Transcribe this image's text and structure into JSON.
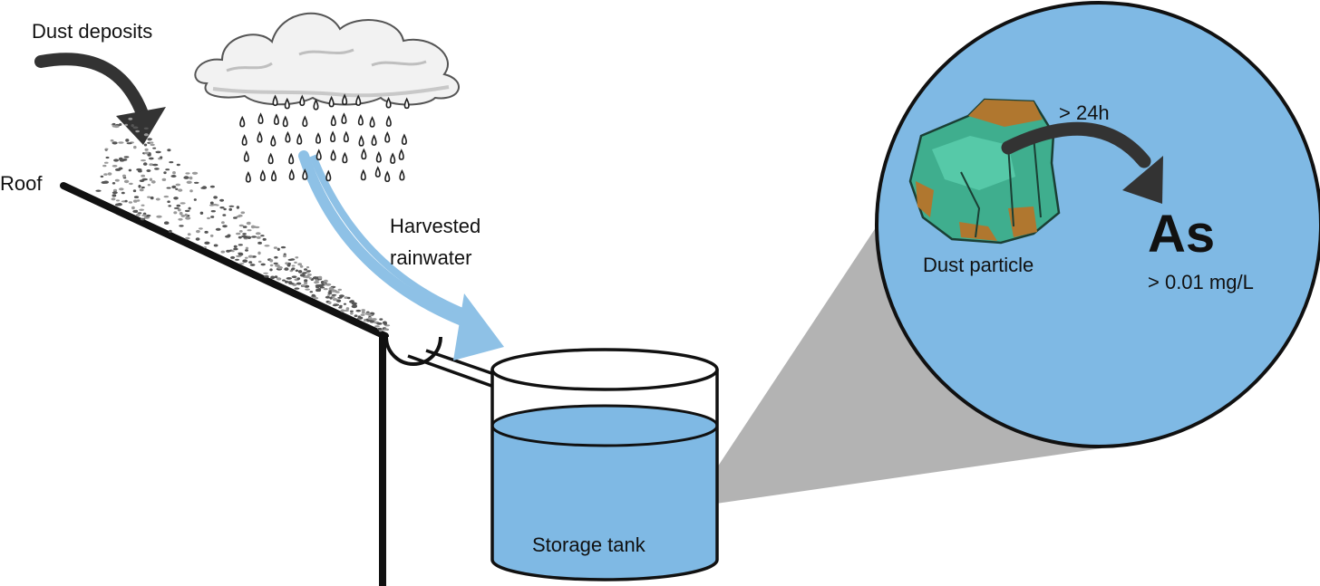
{
  "labels": {
    "dust_deposits": "Dust deposits",
    "roof": "Roof",
    "harvested_line1": "Harvested",
    "harvested_line2": "rainwater",
    "storage_tank": "Storage tank",
    "time": "> 24h",
    "element": "As",
    "concentration": "> 0.01 mg/L",
    "dust_particle": "Dust particle"
  },
  "colors": {
    "water": "#7fb9e4",
    "flow_arrow": "#8ec1e6",
    "callout": "#b3b3b3",
    "stroke": "#111111",
    "arrow_dark": "#333333",
    "particle_green": "#3fae8e",
    "particle_light": "#56c9a8",
    "particle_brown": "#b0772f"
  }
}
